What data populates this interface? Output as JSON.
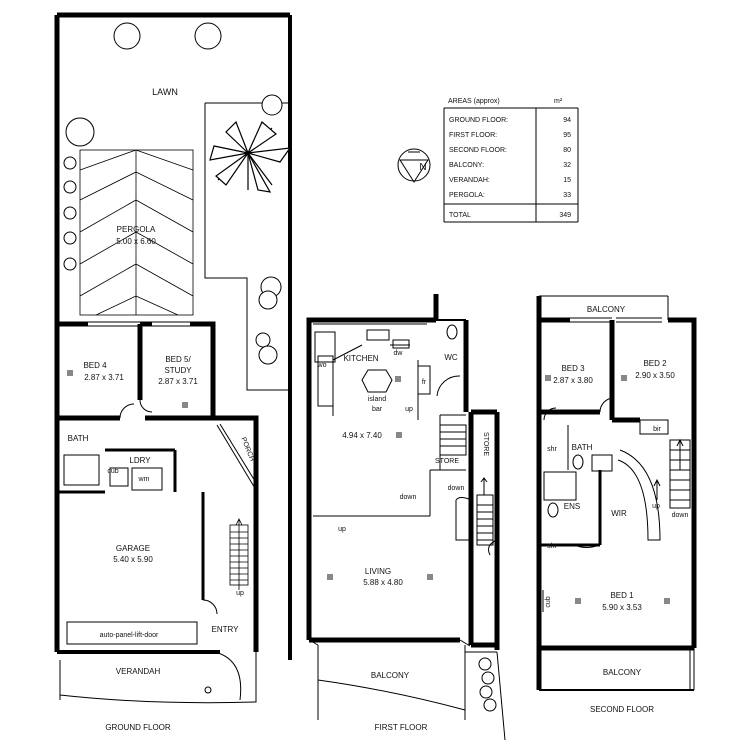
{
  "ground": {
    "lawn": "LAWN",
    "pergola_name": "PERGOLA",
    "pergola_dims": "5.00 x 6.60",
    "bed4_name": "BED 4",
    "bed4_dims": "2.87 x 3.71",
    "bed5_name": "BED 5/",
    "bed5_name2": "STUDY",
    "bed5_dims": "2.87 x 3.71",
    "bath": "BATH",
    "ldry": "LDRY",
    "cub": "cub",
    "wm": "wm",
    "garage_name": "GARAGE",
    "garage_dims": "5.40 x 5.90",
    "door": "auto-panel-lift-door",
    "entry": "ENTRY",
    "porch": "PORCH",
    "up": "up",
    "verandah": "VERANDAH",
    "floor_label": "GROUND FLOOR"
  },
  "first": {
    "wo": "wo",
    "kitchen": "KITCHEN",
    "dw": "dw",
    "wc": "WC",
    "fr": "fr",
    "island1": "island",
    "island2": "bar",
    "up1": "up",
    "kitchen_dims": "4.94 x 7.40",
    "store1": "STORE",
    "store2": "STORE",
    "down1": "down",
    "down2": "down",
    "up2": "up",
    "living_name": "LIVING",
    "living_dims": "5.88 x 4.80",
    "balcony": "BALCONY",
    "floor_label": "FIRST FLOOR"
  },
  "second": {
    "balcony_top": "BALCONY",
    "bed3_name": "BED 3",
    "bed3_dims": "2.87 x 3.80",
    "bed2_name": "BED 2",
    "bed2_dims": "2.90 x 3.50",
    "bir": "bir",
    "bath": "BATH",
    "shr1": "shr",
    "shr2": "shr",
    "ens": "ENS",
    "wir": "WIR",
    "up": "up",
    "down": "down",
    "cub": "cub",
    "bed1_name": "BED 1",
    "bed1_dims": "5.90 x 3.53",
    "balcony_bottom": "BALCONY",
    "floor_label": "SECOND FLOOR"
  },
  "areas": {
    "title": "AREAS (approx)",
    "unit": "m²",
    "rows": [
      {
        "label": "GROUND FLOOR:",
        "value": "94"
      },
      {
        "label": "FIRST FLOOR:",
        "value": "95"
      },
      {
        "label": "SECOND FLOOR:",
        "value": "80"
      },
      {
        "label": "BALCONY:",
        "value": "32"
      },
      {
        "label": "VERANDAH:",
        "value": "15"
      },
      {
        "label": "PERGOLA:",
        "value": "33"
      }
    ],
    "total_label": "TOTAL",
    "total_value": "349"
  },
  "north": "N"
}
